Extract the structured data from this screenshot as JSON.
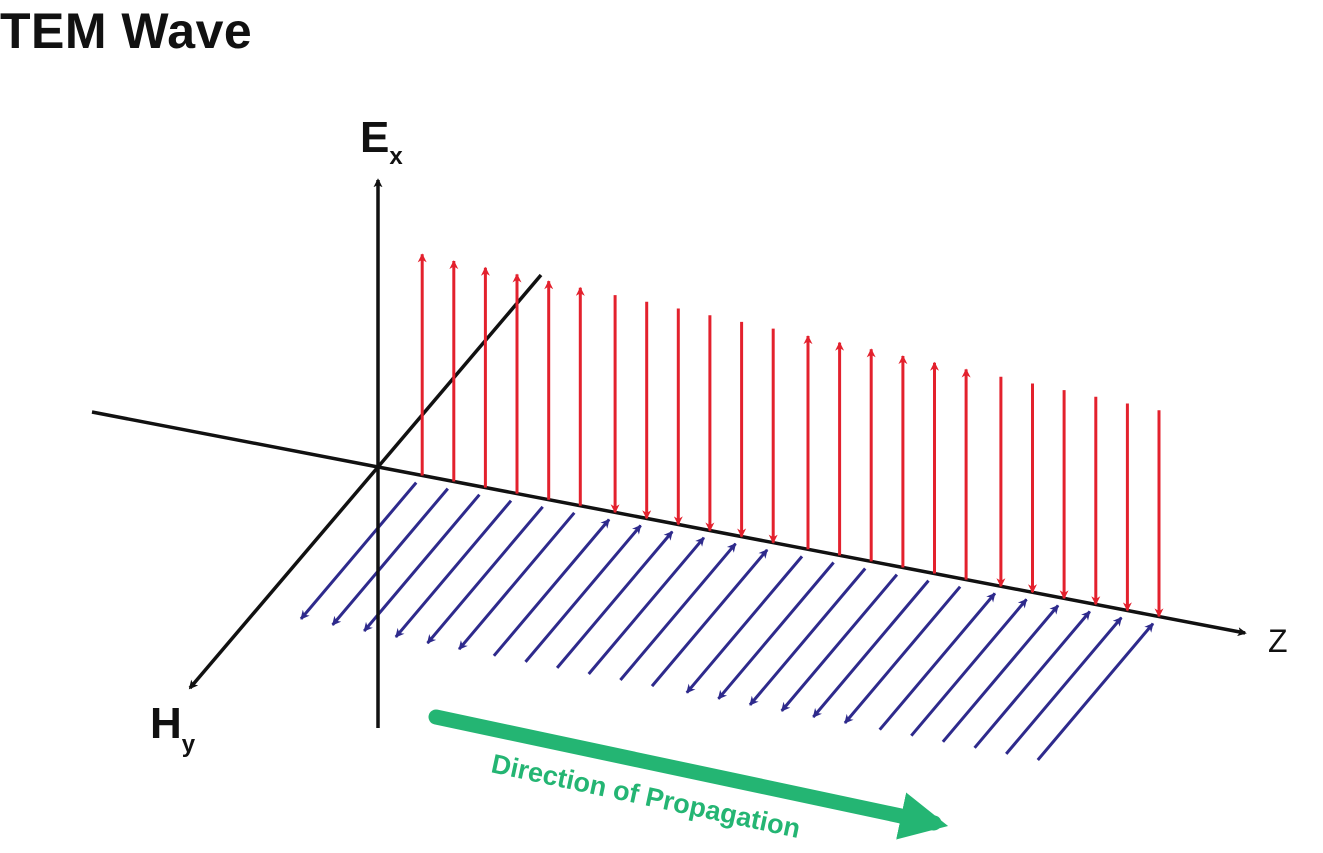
{
  "title": "TEM Wave",
  "labels": {
    "e_main": "E",
    "e_sub": "x",
    "h_main": "H",
    "h_sub": "y",
    "z_axis": "Z",
    "direction": "Direction of Propagation"
  },
  "colors": {
    "axis": "#111111",
    "electric_field": "#e3212d",
    "magnetic_field": "#2e2a8c",
    "direction": "#24b573"
  },
  "wave": {
    "cycles": 2,
    "vectors_per_half_cycle": 6,
    "electric_field_polarity": [
      "up",
      "down",
      "up",
      "down"
    ],
    "magnetic_field_polarity": [
      "toward-viewer",
      "away-from-viewer",
      "toward-viewer",
      "away-from-viewer"
    ]
  }
}
